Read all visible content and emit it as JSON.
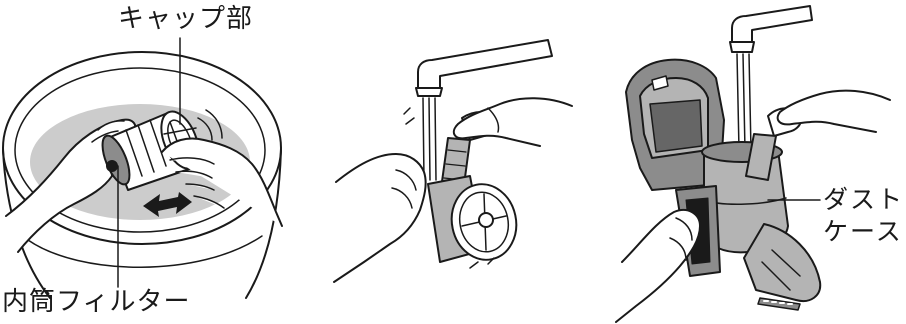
{
  "labels": {
    "cap": "キャップ部",
    "inner_filter": "内筒フィルター",
    "dust_case_line1": "ダスト",
    "dust_case_line2": "ケース"
  },
  "colors": {
    "line": "#1a1a1a",
    "water_fill": "#cccccc",
    "body_gray": "#8c8c8c",
    "mid_gray": "#b4b4b4"
  },
  "icons": {
    "rotate_arrow": "double-headed-arrow"
  }
}
